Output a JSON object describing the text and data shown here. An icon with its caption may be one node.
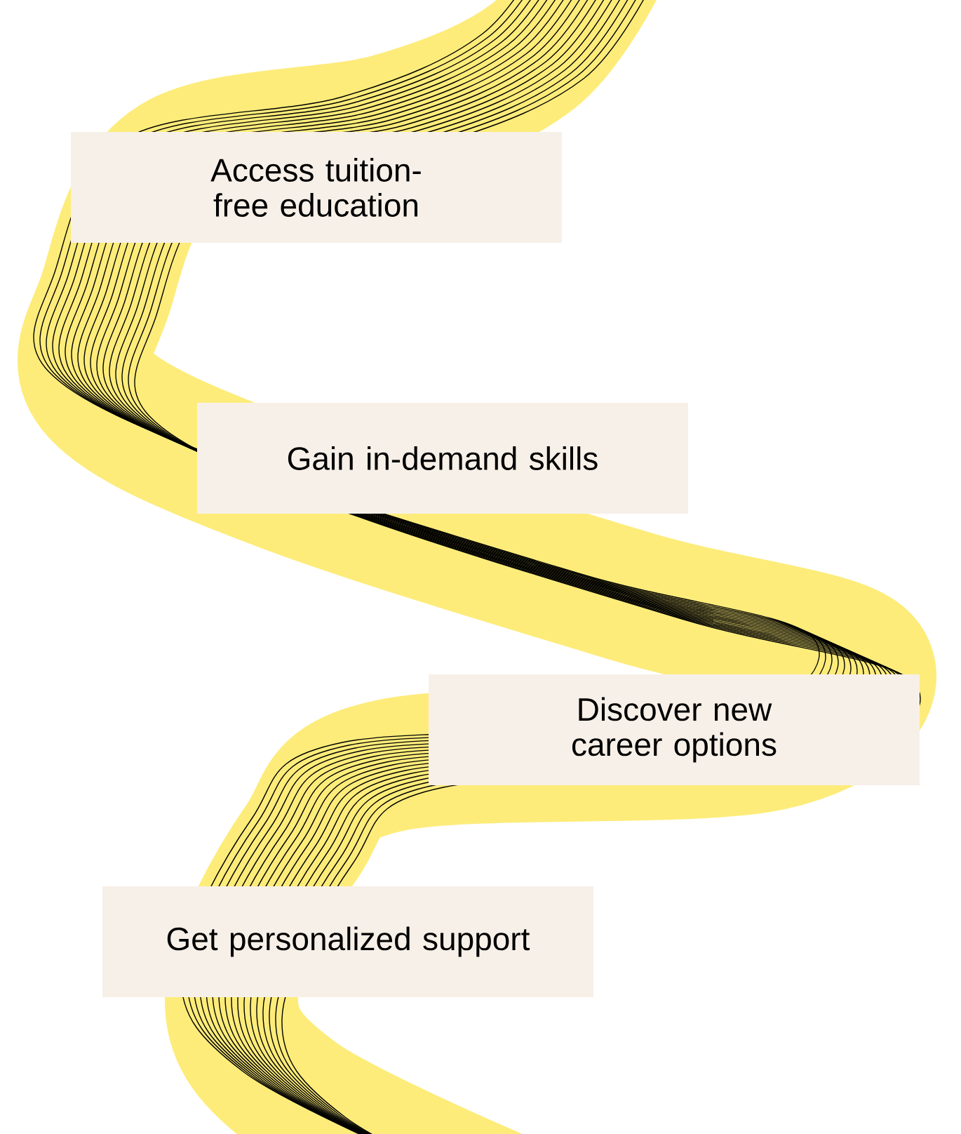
{
  "diagram": {
    "nodes": [
      {
        "text": [
          "Access tuition-free education"
        ]
      },
      {
        "text": [
          "Gain in-demand skills"
        ]
      },
      {
        "text": [
          "Discover new career options"
        ]
      },
      {
        "text": [
          "Get personalized support"
        ]
      }
    ]
  }
}
